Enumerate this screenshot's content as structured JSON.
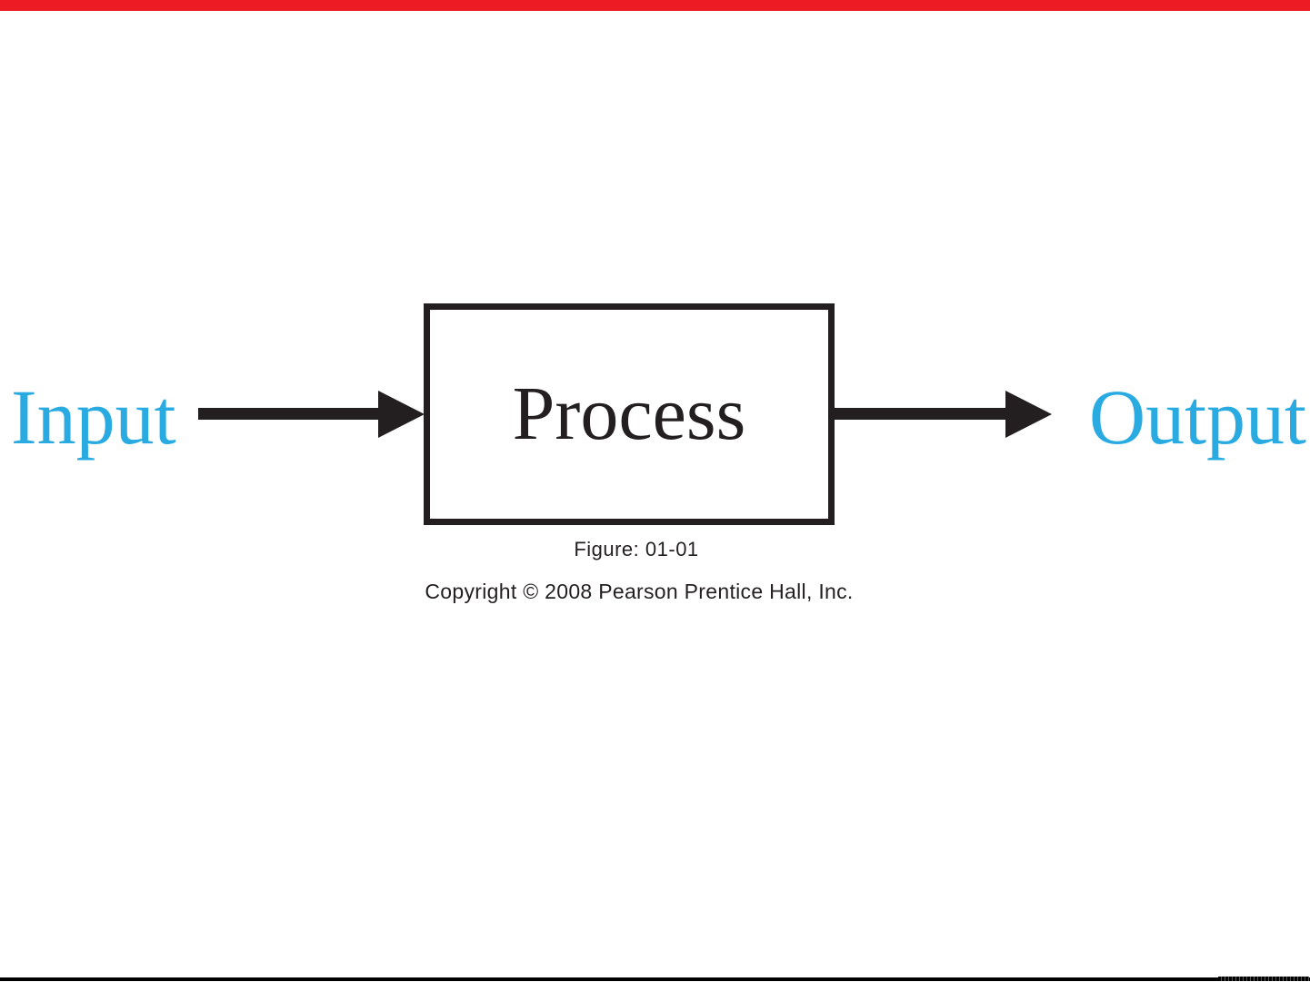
{
  "diagram": {
    "input_label": "Input",
    "process_label": "Process",
    "output_label": "Output",
    "flow": [
      "Input",
      "Process",
      "Output"
    ],
    "arrows": [
      {
        "from": "Input",
        "to": "Process",
        "direction": "right"
      },
      {
        "from": "Process",
        "to": "Output",
        "direction": "right"
      }
    ]
  },
  "captions": {
    "figure": "Figure: 01-01",
    "copyright": "Copyright © 2008 Pearson Prentice Hall, Inc."
  },
  "colors": {
    "label_cyan": "#29ABE2",
    "diagram_black": "#231F20",
    "top_bar_red": "#ED1C24",
    "background": "#FFFFFF"
  }
}
